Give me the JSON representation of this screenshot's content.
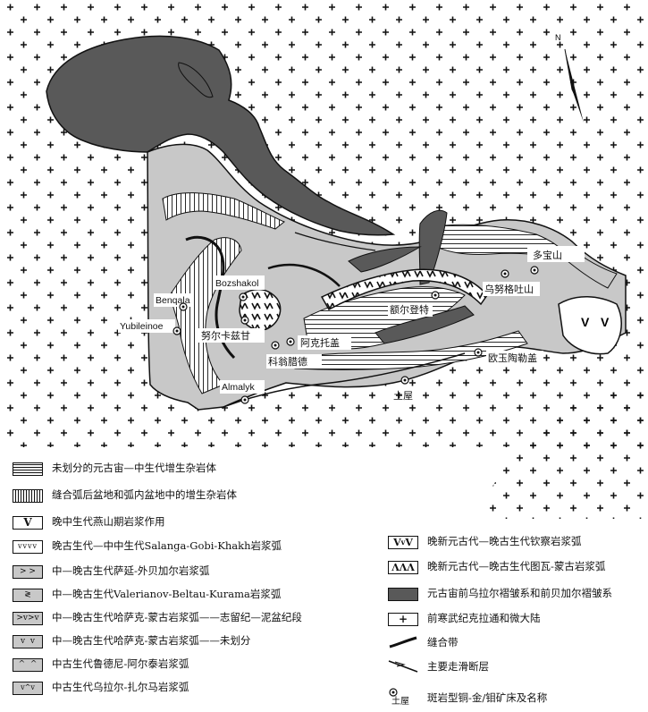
{
  "deposits": {
    "duobaoshan": "多宝山",
    "wunugetushan": "乌努格吐山",
    "eerdengte": "额尔登特",
    "ouyutaolegai": "欧玉陶勒盖",
    "tuwu": "土屋",
    "aketuogai": "阿克托盖",
    "kewengla": "科翁腊德",
    "nuerkazigan": "努尔卡兹甘",
    "bozshakol": "Bozshakol",
    "benqala": "Benqala",
    "yubileinoe": "Yubileinoe",
    "almalyk": "Almalyk"
  },
  "north_arrow": {
    "label": "N"
  },
  "legend_left": [
    {
      "label": "未划分的元古宙—中生代增生杂岩体",
      "pattern": "horizontal-lines"
    },
    {
      "label": "缝合弧后盆地和弧内盆地中的增生杂岩体",
      "pattern": "vertical-lines"
    },
    {
      "label": "晚中生代燕山期岩浆作用",
      "pattern": "V"
    },
    {
      "label": "晚古生代—中中生代Salanga-Gobi-Khakh岩浆弧",
      "pattern": "vvvv"
    },
    {
      "label": "中—晚古生代萨延-外贝加尔岩浆弧",
      "pattern": "> >"
    },
    {
      "label": "中—晚古生代Valerianov-Beltau-Kurama岩浆弧",
      "pattern": "zigzag"
    },
    {
      "label": "中—晚古生代哈萨克-蒙古岩浆弧——志留纪—泥盆纪段",
      "pattern": ">v>v"
    },
    {
      "label": "中—晚古生代哈萨克-蒙古岩浆弧——未划分",
      "pattern": "v v"
    },
    {
      "label": "中古生代鲁德尼-阿尔泰岩浆弧",
      "pattern": "^ ^"
    },
    {
      "label": "中古生代乌拉尔-扎尔马岩浆弧",
      "pattern": "v^v"
    }
  ],
  "legend_right": [
    {
      "label": "晚新元古代—晚古生代钦察岩浆弧",
      "pattern": "bold-v"
    },
    {
      "label": "晚新元古代—晚古生代图瓦-蒙古岩浆弧",
      "pattern": "bold-caret"
    },
    {
      "label": "元古宙前乌拉尔褶皱系和前贝加尔褶皱系",
      "pattern": "dark-fill"
    },
    {
      "label": "前寒武纪克拉通和微大陆",
      "pattern": "plus"
    },
    {
      "label": "缝合带",
      "pattern": "suture"
    },
    {
      "label": "主要走滑断层",
      "pattern": "strike-slip"
    },
    {
      "label": "斑岩型铜-金/钼矿床及名称",
      "pattern": "deposit",
      "example_name": "土屋"
    }
  ],
  "colors": {
    "dark_fill": "#595959",
    "gray_fill": "#c8c8c8",
    "outline": "#111111",
    "background": "#ffffff"
  }
}
